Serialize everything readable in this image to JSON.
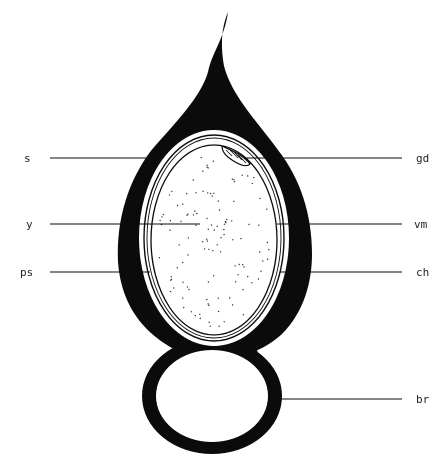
{
  "diagram": {
    "labels": {
      "s": "s",
      "y": "y",
      "ps": "ps",
      "gd": "gd",
      "vm": "vm",
      "ch": "ch",
      "br": "br"
    },
    "colors": {
      "ink": "#0b0b0b",
      "background": "#ffffff",
      "label": "#222222"
    }
  }
}
